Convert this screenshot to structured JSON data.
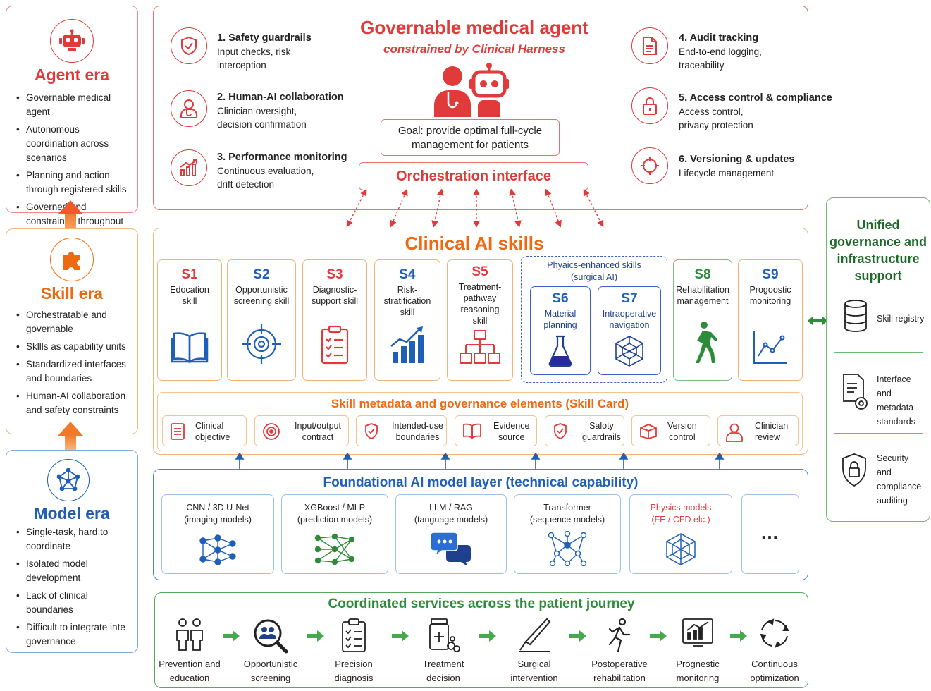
{
  "agent_era": {
    "title": "Agent era",
    "items": [
      "Governable medical agent",
      "Autonomous coordination across scenarios",
      "Planning and action through registered skills",
      "Governed and constrained throughout"
    ],
    "color": "#e03a3a"
  },
  "skill_era": {
    "title": "Skill era",
    "items": [
      "Orchestratable and governable",
      "Skllls as capability units",
      "Standardized interfaces and boundaries",
      "Human-AI collaboration and safety constraints"
    ],
    "color": "#ee6a12"
  },
  "model_era": {
    "title": "Model era",
    "items": [
      "Single-task, hard to coordinate",
      "Isolated model development",
      "Lack of clinical boundaries",
      "Difficult to integrate inte governance"
    ],
    "color": "#1f5fb8"
  },
  "agent_panel": {
    "title": "Governable medical agent",
    "subtitle": "constrained by Clinical Harness",
    "goal_line1": "Goal: provide optimal full-cycle",
    "goal_line2": "management for patients",
    "orchestration": "Orchestration interface",
    "features": [
      {
        "title": "1. Safety guardrails",
        "desc1": "Input checks, risk",
        "desc2": "interception",
        "icon": "shield-icon"
      },
      {
        "title": "2. Human-AI collaboration",
        "desc1": "Clinician oversight,",
        "desc2": "decision confirmation",
        "icon": "clinician-icon"
      },
      {
        "title": "3. Performance monitoring",
        "desc1": "Continuous evaluation,",
        "desc2": "drift detection",
        "icon": "chart-icon"
      },
      {
        "title": "4. Audit tracking",
        "desc1": "End-to-end logging,",
        "desc2": "traceability",
        "icon": "document-icon"
      },
      {
        "title": "5. Access control & compliance",
        "desc1": "Access control,",
        "desc2": "privacy protection",
        "icon": "lock-icon"
      },
      {
        "title": "6. Versioning & updates",
        "desc1": "Lifecycle management",
        "desc2": "",
        "icon": "cycle-icon"
      }
    ]
  },
  "skills_panel": {
    "title": "Clinical AI skills",
    "physics_group": "Phyaics-enhanced skills",
    "physics_group_sub": "(surgical AI)",
    "skills": [
      {
        "code": "S1",
        "name": "Edocation skill"
      },
      {
        "code": "S2",
        "name": "Opportunistic screening skill"
      },
      {
        "code": "S3",
        "name": "Diagnostic-support skill"
      },
      {
        "code": "S4",
        "name": "Risk-stratification skill"
      },
      {
        "code": "S5",
        "name": "Treatment-pathway reasoning skill"
      },
      {
        "code": "S6",
        "name": "Material planning"
      },
      {
        "code": "S7",
        "name": "Intraoperative navigation"
      },
      {
        "code": "S8",
        "name": "Rehabilitation management"
      },
      {
        "code": "S9",
        "name": "Progoostic monitoring"
      }
    ],
    "metadata_title": "Skill metadata and governance elements (Skill Card)",
    "metadata": [
      {
        "l1": "Clinical",
        "l2": "objective"
      },
      {
        "l1": "Input/output",
        "l2": "contract"
      },
      {
        "l1": "Intended-use",
        "l2": "boundaries"
      },
      {
        "l1": "Evidence",
        "l2": "source"
      },
      {
        "l1": "Saloty",
        "l2": "guardrails"
      },
      {
        "l1": "Version",
        "l2": "control"
      },
      {
        "l1": "Clinician",
        "l2": "review"
      }
    ]
  },
  "model_layer": {
    "title": "Foundational AI model layer (technical capability)",
    "models": [
      {
        "l1": "CNN / 3D U-Net",
        "l2": "(imaging models)"
      },
      {
        "l1": "XGBoost / MLP",
        "l2": "(prediction models)"
      },
      {
        "l1": "LLM / RAG",
        "l2": "(tanguage models)"
      },
      {
        "l1": "Transformer",
        "l2": "(sequence models)"
      },
      {
        "l1": "Physics models",
        "l2": "(FE / CFD elc.)"
      }
    ],
    "more": "…"
  },
  "journey": {
    "title": "Coordinated services across the patient journey",
    "steps": [
      {
        "l1": "Prevention and",
        "l2": "education"
      },
      {
        "l1": "Opportunistic",
        "l2": "screening"
      },
      {
        "l1": "Precision",
        "l2": "diagnosis"
      },
      {
        "l1": "Treatment",
        "l2": "decision"
      },
      {
        "l1": "Surgical",
        "l2": "intervention"
      },
      {
        "l1": "Postoperative",
        "l2": "rehabilitation"
      },
      {
        "l1": "Prognestic",
        "l2": "monitoring"
      },
      {
        "l1": "Continuous",
        "l2": "optimization"
      }
    ]
  },
  "governance": {
    "title_l1": "Unified",
    "title_l2": "governance and",
    "title_l3": "infrastructure",
    "title_l4": "support",
    "items": [
      {
        "l1": "Skill registry",
        "l2": "",
        "l3": ""
      },
      {
        "l1": "Interface and",
        "l2": "metadata",
        "l3": "standards"
      },
      {
        "l1": "Security and",
        "l2": "compliance",
        "l3": "auditing"
      }
    ]
  },
  "colors": {
    "red": "#e03a3a",
    "orange": "#ee6a12",
    "blue": "#1f5fb8",
    "green": "#2e8b3a",
    "navy": "#1f3f8f"
  }
}
